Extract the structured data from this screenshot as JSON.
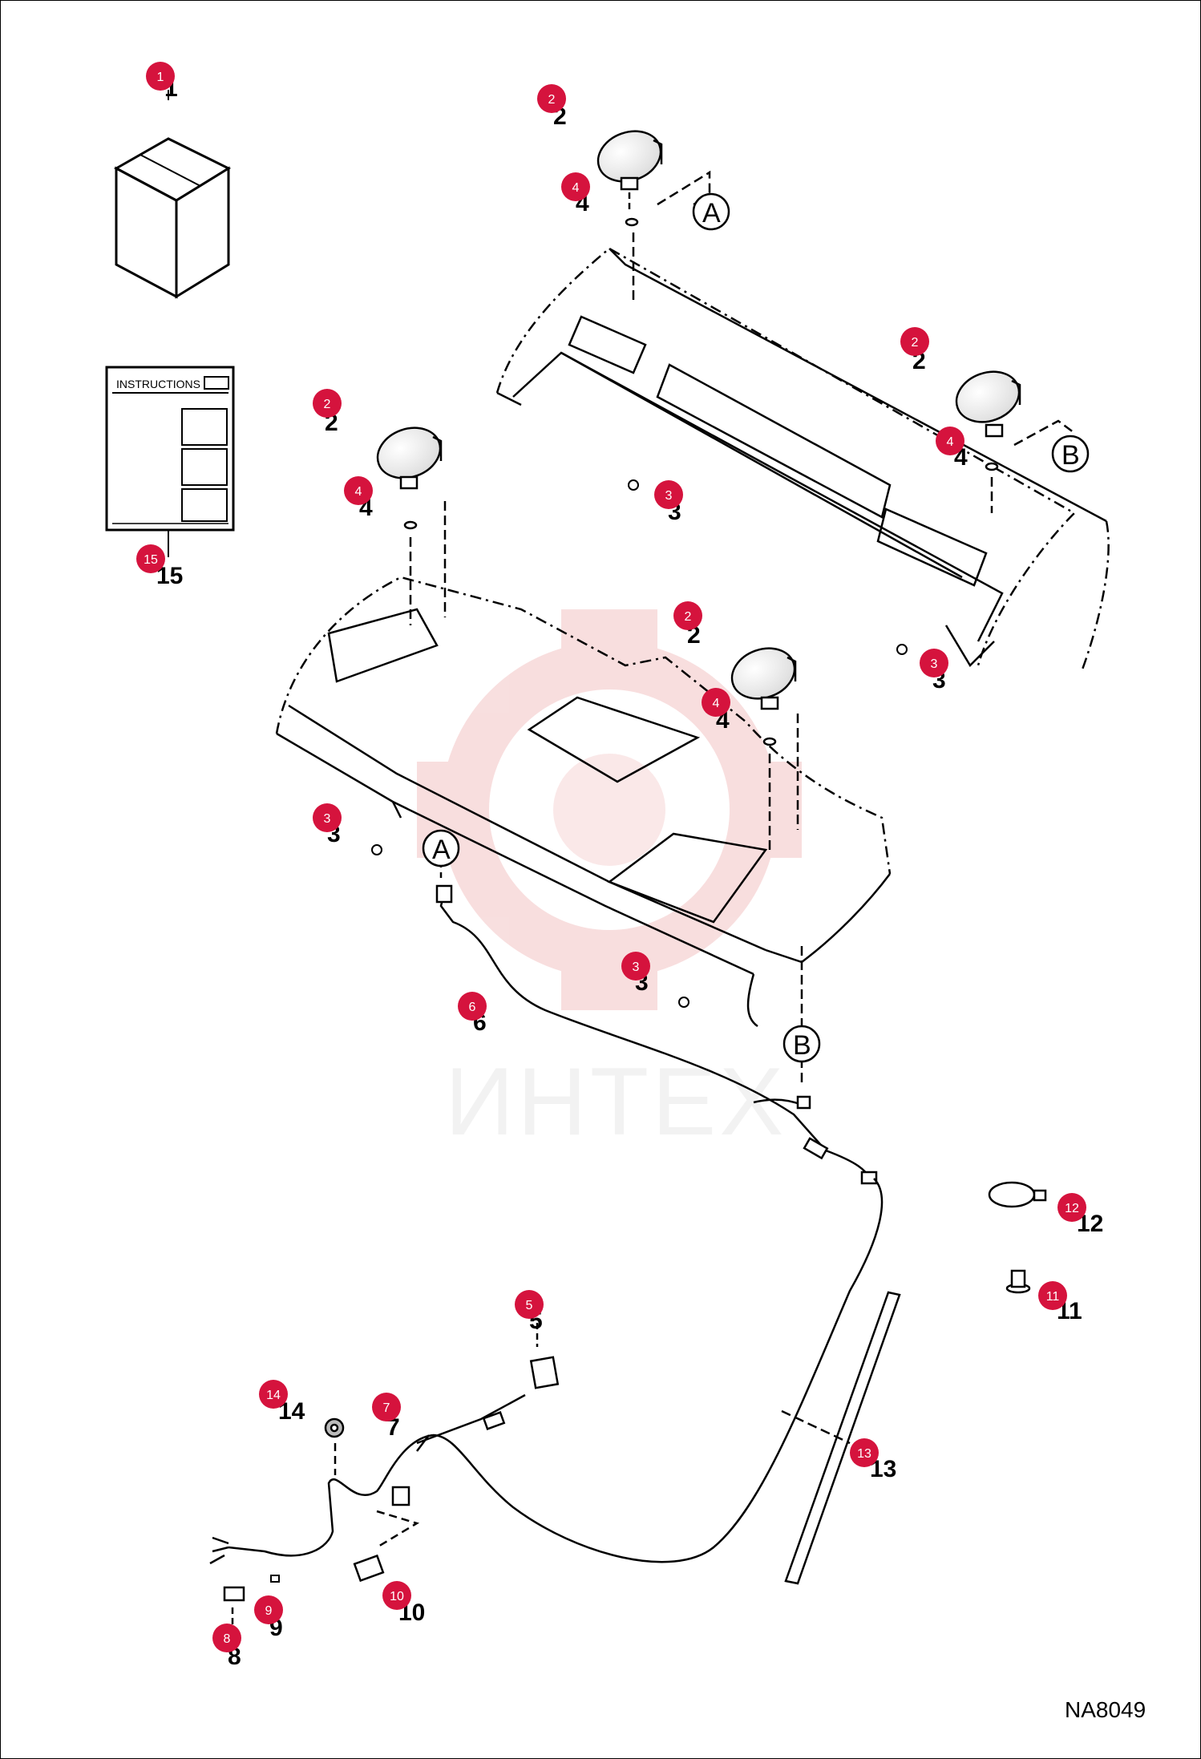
{
  "diagram": {
    "drawing_ref": "NA8049",
    "watermark": "ИНТЕХ",
    "instructions_label": "INSTRUCTIONS",
    "callouts": [
      {
        "id": "c1",
        "number": "1",
        "label": "1"
      },
      {
        "id": "c2a",
        "number": "2",
        "label": "2"
      },
      {
        "id": "c2b",
        "number": "2",
        "label": "2"
      },
      {
        "id": "c2c",
        "number": "2",
        "label": "2"
      },
      {
        "id": "c2d",
        "number": "2",
        "label": "2"
      },
      {
        "id": "c3a",
        "number": "3",
        "label": "3"
      },
      {
        "id": "c3b",
        "number": "3",
        "label": "3"
      },
      {
        "id": "c3c",
        "number": "3",
        "label": "3"
      },
      {
        "id": "c3d",
        "number": "3",
        "label": "3"
      },
      {
        "id": "c4a",
        "number": "4",
        "label": "4"
      },
      {
        "id": "c4b",
        "number": "4",
        "label": "4"
      },
      {
        "id": "c4c",
        "number": "4",
        "label": "4"
      },
      {
        "id": "c4d",
        "number": "4",
        "label": "4"
      },
      {
        "id": "c5",
        "number": "5",
        "label": "5"
      },
      {
        "id": "c6",
        "number": "6",
        "label": "6"
      },
      {
        "id": "c7",
        "number": "7",
        "label": "7"
      },
      {
        "id": "c8",
        "number": "8",
        "label": "8"
      },
      {
        "id": "c9",
        "number": "9",
        "label": "9"
      },
      {
        "id": "c10",
        "number": "10",
        "label": "10"
      },
      {
        "id": "c11",
        "number": "11",
        "label": "11"
      },
      {
        "id": "c12",
        "number": "12",
        "label": "12"
      },
      {
        "id": "c13",
        "number": "13",
        "label": "13"
      },
      {
        "id": "c14",
        "number": "14",
        "label": "14"
      },
      {
        "id": "c15",
        "number": "15",
        "label": "15"
      }
    ],
    "connectors": [
      {
        "id": "A1",
        "text": "A"
      },
      {
        "id": "B1",
        "text": "B"
      },
      {
        "id": "A2",
        "text": "A"
      },
      {
        "id": "B2",
        "text": "B"
      }
    ]
  }
}
